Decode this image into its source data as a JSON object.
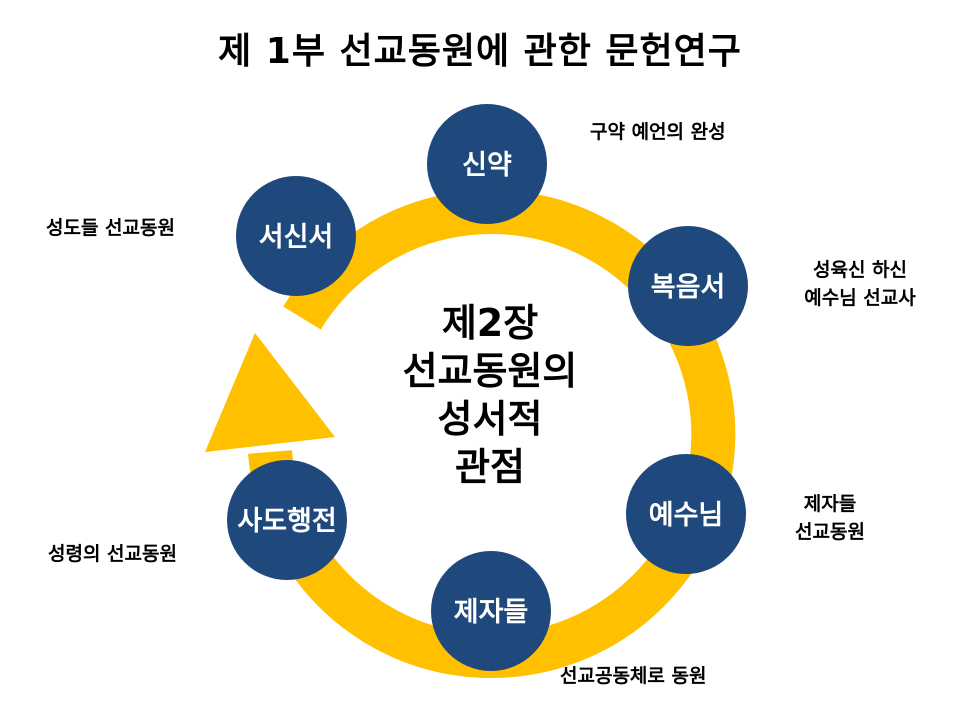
{
  "title": "제 1부 선교동원에 관한 문헌연구",
  "center": {
    "lines": [
      "제2장",
      "선교동원의",
      "성서적",
      "관점"
    ]
  },
  "nodes": [
    {
      "label": "신약",
      "annotation": [
        "구약 예언의 완성"
      ]
    },
    {
      "label": "복음서",
      "annotation": [
        "성육신 하신",
        "예수님 선교사"
      ]
    },
    {
      "label": "예수님",
      "annotation": [
        "제자들",
        "선교동원"
      ]
    },
    {
      "label": "제자들",
      "annotation": [
        "선교공동체로 동원"
      ]
    },
    {
      "label": "사도행전",
      "annotation": [
        "성령의 선교동원"
      ]
    },
    {
      "label": "서신서",
      "annotation": [
        "성도들 선교동원"
      ]
    }
  ],
  "colors": {
    "ring": "#FFC000",
    "node": "#1F497D",
    "node_text": "#FFFFFF",
    "text": "#000000"
  }
}
